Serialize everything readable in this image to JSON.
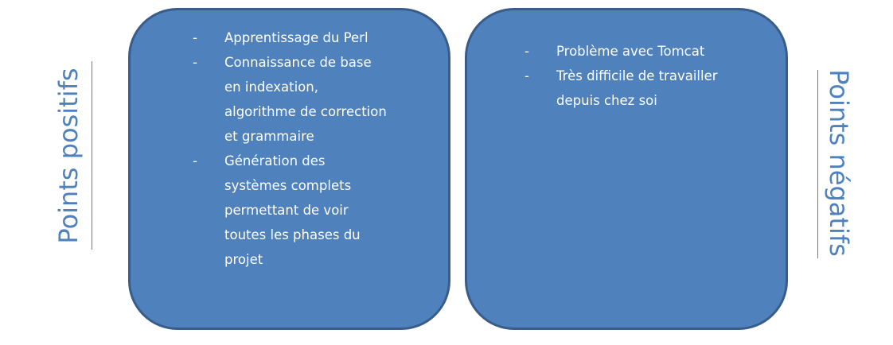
{
  "left_panel": {
    "side_label": "Points positifs",
    "items": [
      {
        "marker": "-",
        "text": "Apprentissage du Perl"
      },
      {
        "marker": "-",
        "text": "Connaissance de base en indexation, algorithme de correction et grammaire"
      },
      {
        "marker": "-",
        "text": "Génération des systèmes complets permettant de voir toutes les phases du projet"
      }
    ]
  },
  "right_panel": {
    "side_label": "Points négatifs",
    "items": [
      {
        "marker": "-",
        "text": "Problème avec Tomcat"
      },
      {
        "marker": "-",
        "text": "Très difficile de travailler depuis chez soi"
      }
    ]
  },
  "colors": {
    "box_fill": "#4f81bd",
    "box_border": "#385d8a",
    "label_color": "#4f81bd",
    "text_color": "#ffffff"
  }
}
